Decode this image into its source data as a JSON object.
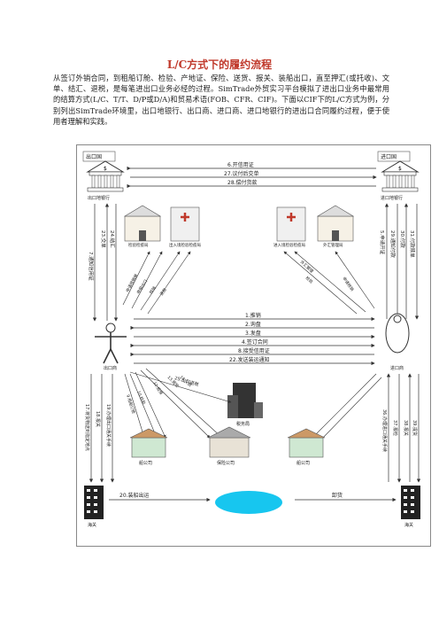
{
  "title": "L/C方式下的履约流程",
  "intro": "从签订外销合同，到租船订舱、检验、产地证、保险、送货、报关、装船出口，直至押汇(或托收)、文单、结汇、退税，是每笔进出口业务必经的过程。SimTrade外贸实习平台模拟了进出口业务中最常用的结算方式(L/C、T/T、D/P或D/A)和贸易术语(FOB、CFR、CIF)。下面以CIF下的L/C方式为例，分别列出SimTrade环境里，出口地银行、出口商、进口商、进口地银行的进出口合同履约过程，便于使用者理解和实践。",
  "diagram": {
    "export_country": "出口国",
    "import_country": "进口国",
    "export_bank": "出口地银行",
    "import_bank": "进口地银行",
    "exporter": "出口商",
    "importer": "进口商",
    "bank_flows": [
      "6.开信用证",
      "27.议付后交单",
      "28.偿付货款"
    ],
    "trade_flows": [
      "1.推销",
      "2.询盘",
      "3.发盘",
      "4.签订合同",
      "8.接受信用证",
      "22.发送装运通知"
    ],
    "export_left_steps": [
      "7.通知信用证",
      "23.交单",
      "24.结汇"
    ],
    "import_right_steps": [
      "5.申请开证",
      "29.通知付款",
      "30.付款",
      "31.付款赎单"
    ],
    "exporter_lower_steps": [
      "17.将货物送到指定地点",
      "19.办理出口通关手续",
      "18.报关"
    ],
    "importer_lower_steps": [
      "36.办理进口通关手续",
      "37.报检",
      "38.报关",
      "39.提货"
    ],
    "export_side_offices": [
      "检验检疫局",
      "出入境检验检疫局"
    ],
    "import_side_offices": [
      "进入境检验检疫局",
      "外汇管理局"
    ],
    "export_office_flows": [
      "申请核销单",
      "申报出口",
      "核销",
      "退税"
    ],
    "import_office_flows": [
      "申请核销",
      "检验",
      "外汇管理"
    ],
    "lower_companies": [
      "船公司",
      "保险公司",
      "船公司"
    ],
    "lower_flows": [
      "9.租船订舱",
      "10.检验",
      "12.投保",
      "13.报检",
      "16.交货"
    ],
    "tax_office": "税务局",
    "tax_flow": "25.出口退税",
    "customs_left": "海关",
    "customs_right": "海关",
    "ship_flow": "20.装船出运",
    "arrival": "卸货"
  }
}
